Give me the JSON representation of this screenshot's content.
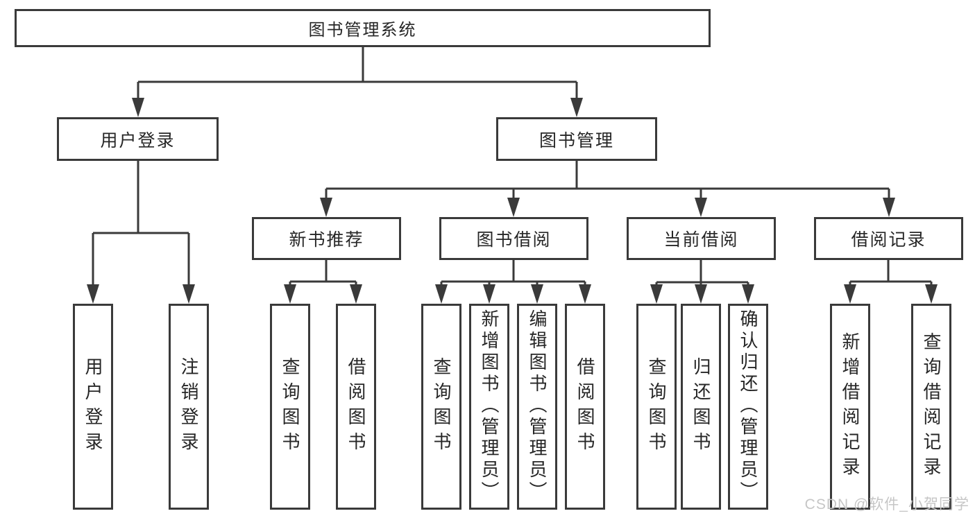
{
  "colors": {
    "line": "#3a3a3a",
    "box_border": "#3a3a3a",
    "text": "#262626",
    "watermark_text": "#c6c6c6",
    "background": "#ffffff"
  },
  "diagram": {
    "root": {
      "label": "图书管理系统"
    },
    "level2": [
      {
        "label": "用户登录"
      },
      {
        "label": "图书管理"
      }
    ],
    "level3": [
      {
        "label": "新书推荐"
      },
      {
        "label": "图书借阅"
      },
      {
        "label": "当前借阅"
      },
      {
        "label": "借阅记录"
      }
    ],
    "leaves": [
      {
        "parent": "用户登录",
        "items": [
          {
            "label": "用户登录"
          },
          {
            "label": "注销登录"
          }
        ]
      },
      {
        "parent": "新书推荐",
        "items": [
          {
            "label": "查询图书"
          },
          {
            "label": "借阅图书"
          }
        ]
      },
      {
        "parent": "图书借阅",
        "items": [
          {
            "label": "查询图书"
          },
          {
            "label": "新增图书（管理员）"
          },
          {
            "label": "编辑图书（管理员）"
          },
          {
            "label": "借阅图书"
          }
        ]
      },
      {
        "parent": "当前借阅",
        "items": [
          {
            "label": "查询图书"
          },
          {
            "label": "归还图书"
          },
          {
            "label": "确认归还（管理员）"
          }
        ]
      },
      {
        "parent": "借阅记录",
        "items": [
          {
            "label": "新增借阅记录"
          },
          {
            "label": "查询借阅记录"
          }
        ]
      }
    ]
  },
  "watermark": {
    "text": "CSDN @软件_小贺同学"
  }
}
